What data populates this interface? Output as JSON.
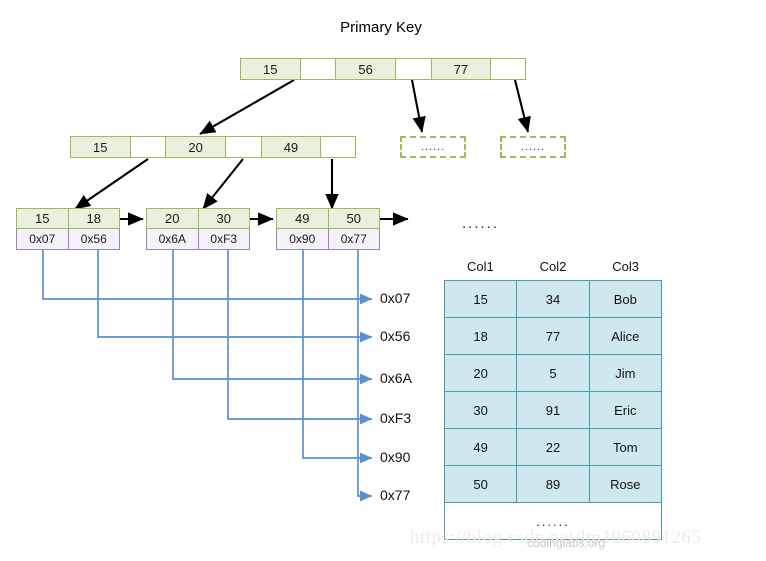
{
  "title": "Primary Key",
  "colors": {
    "index_border": "#9bbb59",
    "index_fill": "#eaf0dd",
    "pointer_border": "#9d83bd",
    "pointer_fill": "#f4f1f8",
    "table_border": "#4a9cad",
    "table_fill": "#cfe8ed",
    "wire": "#5b8fd0",
    "arrow": "#000000"
  },
  "root_node": {
    "name": "root",
    "cells": [
      "15",
      "",
      "56",
      "",
      "77",
      ""
    ]
  },
  "internal_node": {
    "name": "internal",
    "cells": [
      "15",
      "",
      "20",
      "",
      "49",
      ""
    ]
  },
  "placeholder_nodes": [
    {
      "label": "......"
    },
    {
      "label": "......"
    }
  ],
  "leaf_nodes": [
    {
      "keys": [
        "15",
        "18"
      ],
      "pointers": [
        "0x07",
        "0x56"
      ]
    },
    {
      "keys": [
        "20",
        "30"
      ],
      "pointers": [
        "0x6A",
        "0xF3"
      ]
    },
    {
      "keys": [
        "49",
        "50"
      ],
      "pointers": [
        "0x90",
        "0x77"
      ]
    }
  ],
  "address_labels": [
    "0x07",
    "0x56",
    "0x6A",
    "0xF3",
    "0x90",
    "0x77"
  ],
  "row_ellipsis": "......",
  "data_table": {
    "headers": [
      "Col1",
      "Col2",
      "Col3"
    ],
    "rows": [
      [
        "15",
        "34",
        "Bob"
      ],
      [
        "18",
        "77",
        "Alice"
      ],
      [
        "20",
        "5",
        "Jim"
      ],
      [
        "30",
        "91",
        "Eric"
      ],
      [
        "49",
        "22",
        "Tom"
      ],
      [
        "50",
        "89",
        "Rose"
      ]
    ],
    "trailing_row": "......"
  },
  "watermarks": {
    "csdn": "https://blog.csdn.net/lm1060891265",
    "codinglabs": "codinglabs.org"
  }
}
